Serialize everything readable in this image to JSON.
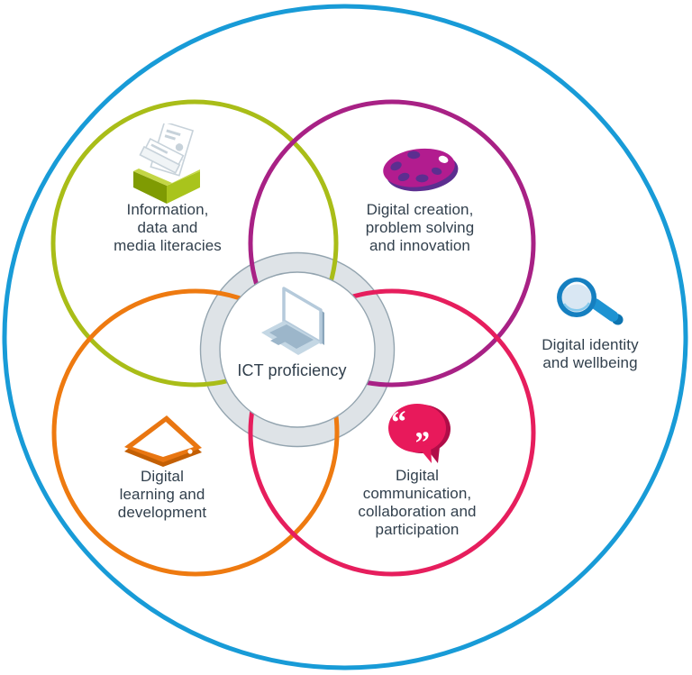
{
  "colors": {
    "outer_blue": "#189bd7",
    "olive": "#a9bd18",
    "magenta": "#a82185",
    "orange": "#ee7a10",
    "pink": "#e61e5d",
    "ring_fill": "#dee3e7",
    "ring_edge": "#93a4af",
    "text": "#32404d"
  },
  "diagram": {
    "outer": {
      "label": "Digital identity\nand wellbeing",
      "icon": "magnifier-icon"
    },
    "center": {
      "label": "ICT proficiency",
      "icon": "laptop-icon"
    },
    "circles": [
      {
        "id": "information",
        "label": "Information,\ndata and\nmedia literacies",
        "icon": "card-index-icon",
        "color": "#a9bd18"
      },
      {
        "id": "creation",
        "label": "Digital creation,\nproblem solving\nand innovation",
        "icon": "palette-icon",
        "color": "#a82185"
      },
      {
        "id": "learning",
        "label": "Digital\nlearning and\ndevelopment",
        "icon": "tablet-icon",
        "color": "#ee7a10"
      },
      {
        "id": "communication",
        "label": "Digital\ncommunication,\ncollaboration and\nparticipation",
        "icon": "speech-bubble-icon",
        "color": "#e61e5d"
      }
    ]
  }
}
